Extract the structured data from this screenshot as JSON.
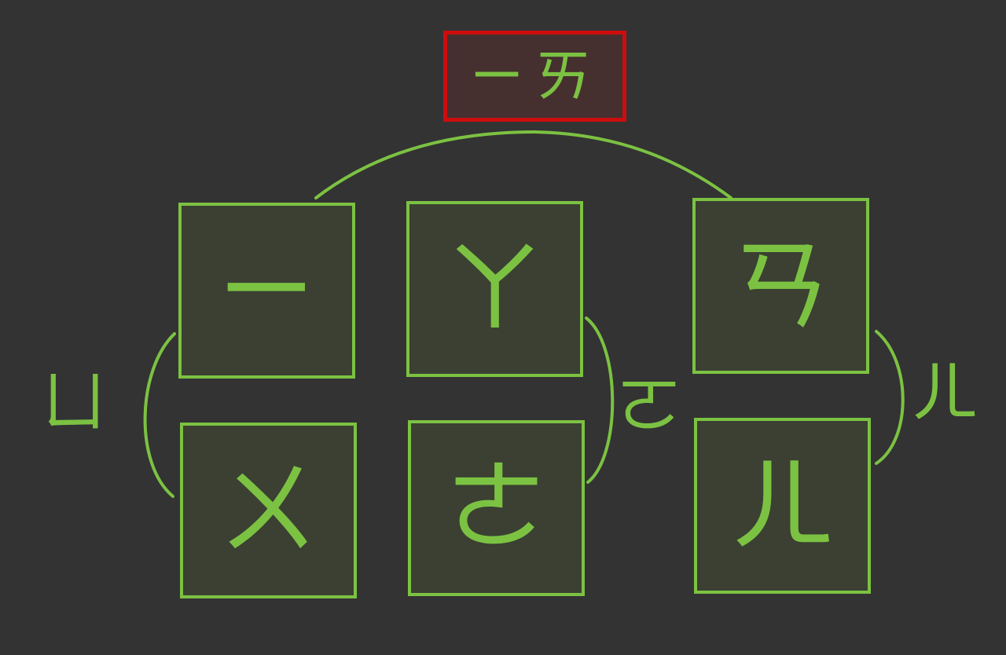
{
  "compound": "ㄧㄞ",
  "cells": [
    {
      "id": "top-left",
      "symbol": "ㄧ"
    },
    {
      "id": "top-center",
      "symbol": "ㄚ"
    },
    {
      "id": "top-right",
      "symbol": "ㄢ"
    },
    {
      "id": "bottom-left",
      "symbol": "ㄨ"
    },
    {
      "id": "bottom-center",
      "symbol": "ㄜ"
    },
    {
      "id": "bottom-right",
      "symbol": "ㄦ"
    }
  ],
  "side_labels": {
    "left": "ㄩ",
    "middle": "ㄛ",
    "right": "ㄦ"
  },
  "colors": {
    "background": "#333333",
    "stroke": "#7cc242",
    "box_fill": "#3b4032",
    "highlight_border": "#cc0d0d",
    "highlight_fill": "#45302f"
  }
}
